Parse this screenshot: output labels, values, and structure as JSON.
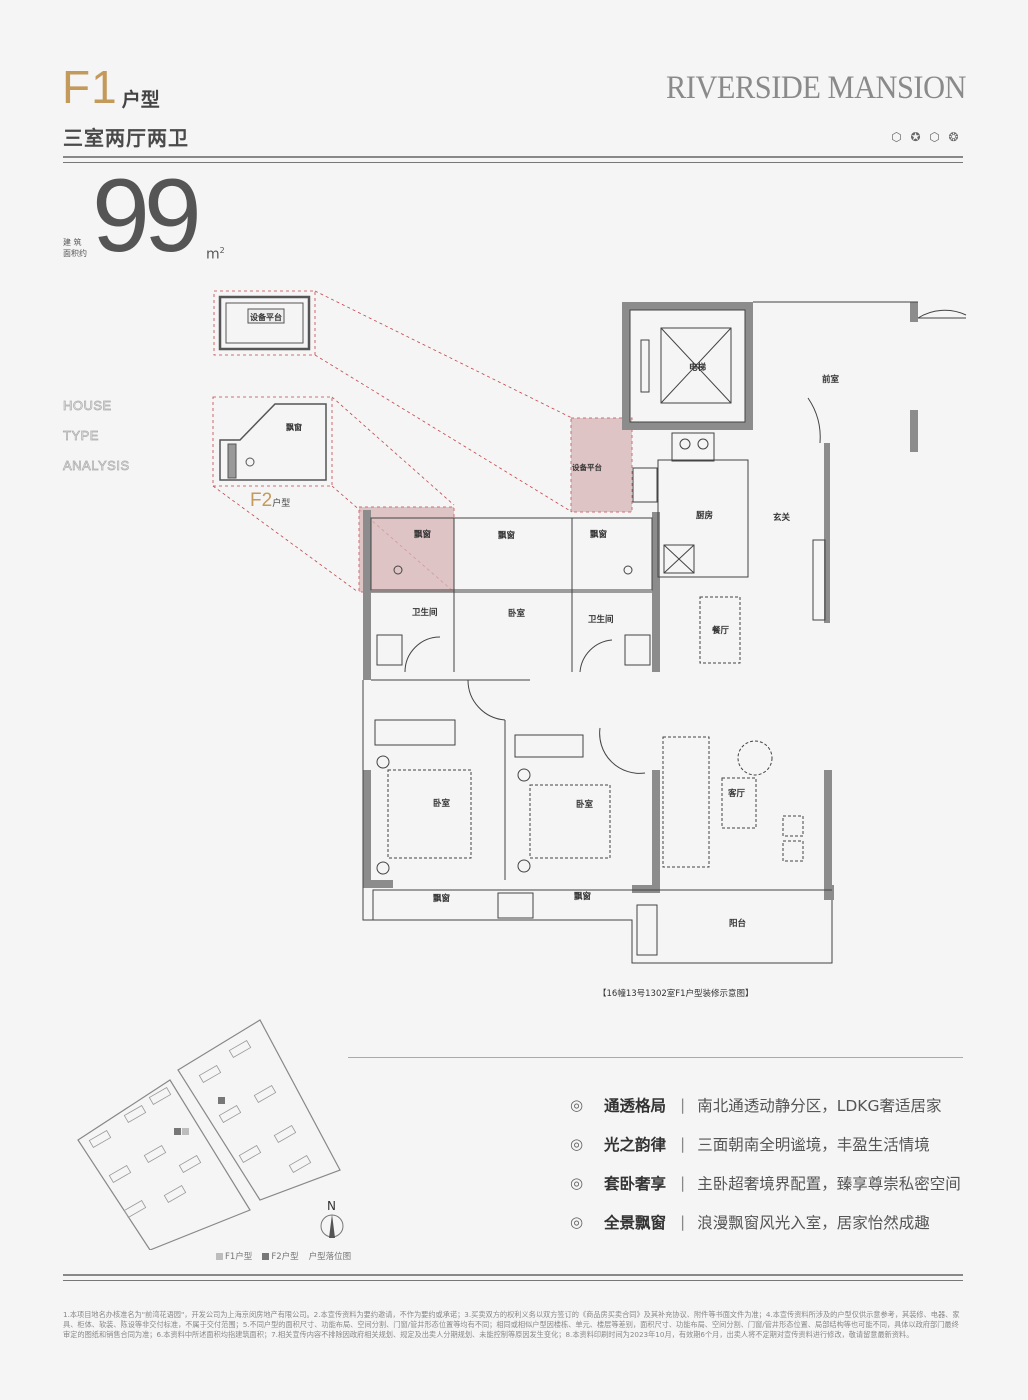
{
  "header": {
    "type_code": "F1",
    "type_suffix": "户型",
    "layout_title": "三室两厅两卫",
    "brand": "RIVERSIDE MANSION",
    "icons": [
      "hexagon-icon",
      "gear-icon",
      "hexagon-icon",
      "gem-icon"
    ]
  },
  "area": {
    "value": "99",
    "label_line1": "建 筑",
    "label_line2": "面积约",
    "unit": "m",
    "unit_sup": "2"
  },
  "analysis": [
    "HOUSE",
    "TYPE",
    "ANALYSIS"
  ],
  "f2": {
    "code": "F2",
    "suffix": "户型",
    "detail_labels": {
      "platform": "设备平台",
      "bay_window": "飘窗"
    }
  },
  "rooms": {
    "elevator": "电梯",
    "lobby": "前室",
    "kitchen": "厨房",
    "foyer": "玄关",
    "bay1": "飘窗",
    "bay2": "飘窗",
    "bay3": "飘窗",
    "bath1": "卫生间",
    "bath2": "卫生间",
    "bedroom1": "卧室",
    "dining": "餐厅",
    "bedroom2": "卧室",
    "bedroom3": "卧室",
    "living": "客厅",
    "bay4": "飘窗",
    "bay5": "飘窗",
    "balcony": "阳台",
    "platform": "设备平台"
  },
  "caption": "【16幢13号1302室F1户型装修示意图】",
  "features": [
    {
      "title": "通透格局",
      "desc": "南北通透动静分区，LDKG奢适居家"
    },
    {
      "title": "光之韵律",
      "desc": "三面朝南全明谧境，丰盈生活情境"
    },
    {
      "title": "套卧奢享",
      "desc": "主卧超奢境界配置，臻享尊崇私密空间"
    },
    {
      "title": "全景飘窗",
      "desc": "浪漫飘窗风光入室，居家怡然成趣"
    }
  ],
  "feature_icon": "◎",
  "feature_separator": "|",
  "site_map": {
    "north": "N",
    "legend": [
      {
        "label": "F1户型",
        "color": "#bdbdbd"
      },
      {
        "label": "F2户型",
        "color": "#777777"
      },
      {
        "label": "户型落位图",
        "color": ""
      }
    ]
  },
  "disclaimer": "1.本项目地名办核准名为\"前湾花语园\"，开发公司为上海京闵房地产有限公司。2.本宣传资料为要约邀请，不作为要约或承诺；3.买卖双方的权利义务以双方签订的《商品房买卖合同》及其补充协议、附件等书面文件为准；4.本宣传资料所涉及的户型仅供示意参考，其装修、电器、家具、柜体、软装、陈设等非交付标准，不属于交付范围；5.不同户型的面积尺寸、功能布局、空间分割、门窗/管井形态位置等均有不同；相同或相似户型因楼栋、单元、楼层等差别，面积尺寸、功能布局、空间分割、门窗/管井形态位置、局部结构等也可能不同，具体以政府部门最终审定的图纸和销售合同为准；6.本资料中所述面积均指建筑面积；7.相关宣传内容不排除因政府相关规划、规定及出卖人分期规划、未能控制等原因发生变化；8.本资料印刷时间为2023年10月，有效期6个月，出卖人将不定期对宣传资料进行修改，敬请留意最新资料。",
  "colors": {
    "gold": "#c49a5a",
    "highlight": "#d8b4b6",
    "dash": "#c0454a",
    "wall": "#8c8c8c"
  }
}
